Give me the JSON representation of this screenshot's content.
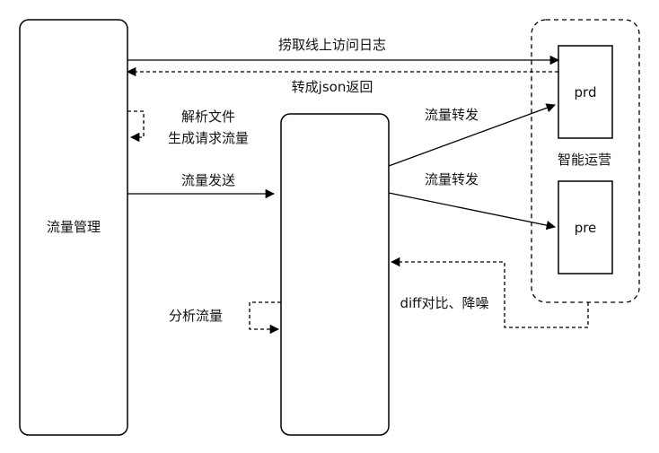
{
  "nodes": {
    "traffic_mgmt": "流量管理",
    "middle": "",
    "prd": "prd",
    "pre": "pre",
    "group": "智能运营"
  },
  "edges": {
    "capture_logs": "捞取线上访问日志",
    "to_json_return": "转成json返回",
    "parse_file": "解析文件",
    "generate_request": "生成请求流量",
    "traffic_send": "流量发送",
    "forward_prd": "流量转发",
    "forward_pre": "流量转发",
    "analyze": "分析流量",
    "diff_denoise": "diff对比、降噪"
  }
}
